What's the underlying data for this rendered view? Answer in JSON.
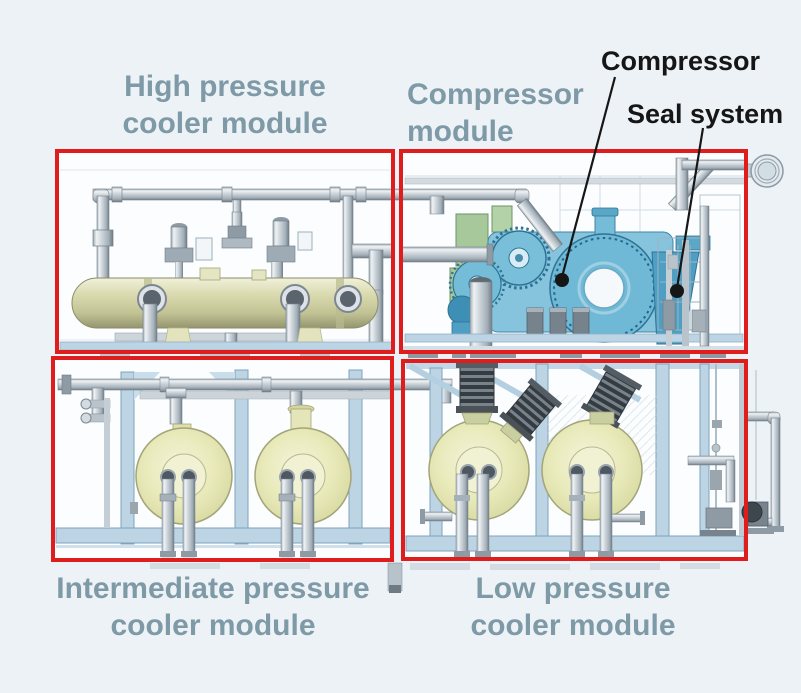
{
  "diagram": {
    "modules": [
      {
        "id": "high-pressure-cooler",
        "label": "High pressure\ncooler module"
      },
      {
        "id": "compressor-module",
        "label": "Compressor\nmodule"
      },
      {
        "id": "intermediate-pressure-cooler",
        "label": "Intermediate pressure\ncooler module"
      },
      {
        "id": "low-pressure-cooler",
        "label": "Low pressure\ncooler module"
      }
    ],
    "callouts": [
      {
        "id": "compressor",
        "label": "Compressor"
      },
      {
        "id": "seal-system",
        "label": "Seal system"
      }
    ]
  },
  "palette": {
    "background": "#edf2f6",
    "panel_white": "#fbfdfe",
    "box_red": "#e01d1d",
    "label_teal": "#7e9aa7",
    "callout_black": "#161616",
    "compressor_blue": "#74bcd8",
    "compressor_blue_dark": "#4f9fc4",
    "green_panel": "#a7c89b",
    "vessel_olive": "#d6d6aa",
    "cooler_yellow": "#e9eaba",
    "pipe_gray": "#c4ccd2",
    "frame_blue": "#bcd4e4",
    "bellows_dark": "#343b41"
  }
}
